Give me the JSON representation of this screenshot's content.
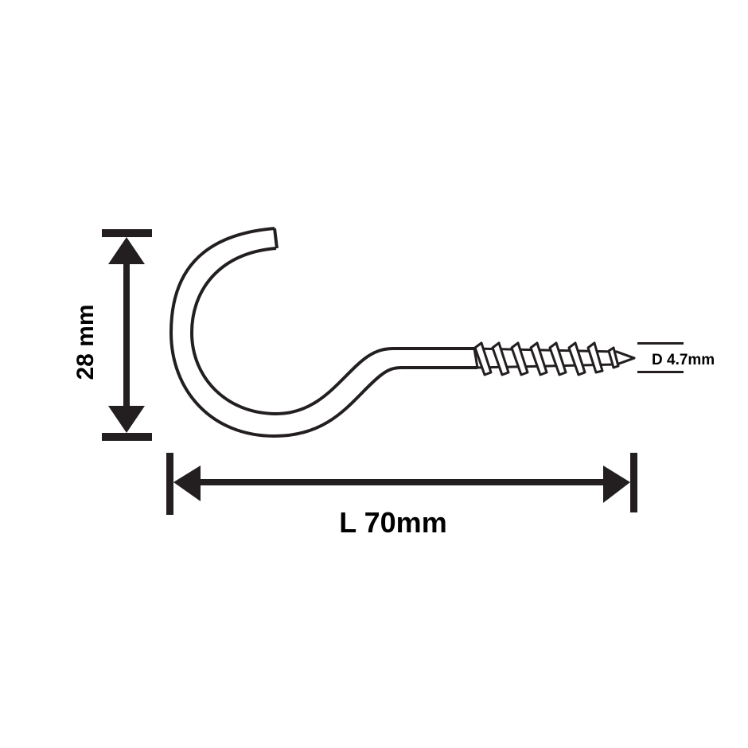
{
  "diagram": {
    "subject": "Screw-in hook (cup hook) dimension drawing",
    "colors": {
      "ink": "#231f20",
      "background": "#ffffff"
    },
    "dimensions": {
      "height": {
        "label": "28 mm",
        "value": 28,
        "unit": "mm",
        "orientation": "vertical"
      },
      "length": {
        "label": "L 70mm",
        "value": 70,
        "unit": "mm",
        "orientation": "horizontal"
      },
      "diameter": {
        "label": "D 4.7mm",
        "value": 4.7,
        "unit": "mm",
        "orientation": "thread diameter"
      }
    }
  }
}
